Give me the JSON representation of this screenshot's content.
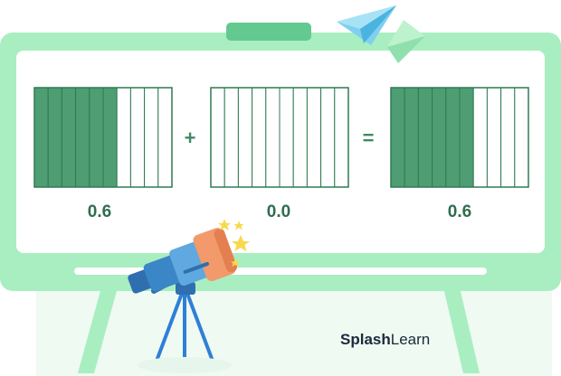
{
  "expression": {
    "terms": [
      {
        "value": "0.6",
        "shaded_tenths": 6
      },
      {
        "value": "0.0",
        "shaded_tenths": 0
      },
      {
        "value": "0.6",
        "shaded_tenths": 6
      }
    ],
    "operators": [
      "+",
      "="
    ]
  },
  "brand": {
    "part1": "Splash",
    "part2": "Learn"
  },
  "colors": {
    "board_frame": "#a9eec0",
    "board_surface": "#ffffff",
    "shaded_cell": "#4f9e73",
    "cell_border": "#2f7a52",
    "label_text": "#2f6e4f",
    "telescope_blue": "#3b86c6",
    "telescope_orange": "#f29a6b",
    "star_yellow": "#f7d94c"
  },
  "icons": [
    "paper-plane-blue-icon",
    "paper-plane-green-icon",
    "telescope-icon",
    "stars-icon"
  ]
}
